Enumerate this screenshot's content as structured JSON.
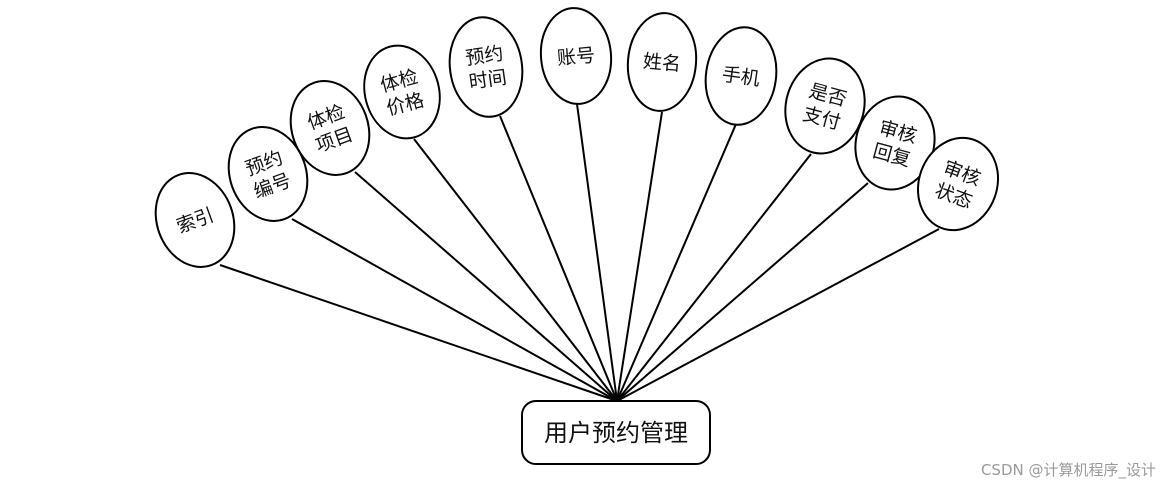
{
  "diagram": {
    "root": {
      "label": "用户预约管理"
    },
    "attributes": [
      {
        "lines": [
          "索引"
        ]
      },
      {
        "lines": [
          "预约",
          "编号"
        ]
      },
      {
        "lines": [
          "体检",
          "项目"
        ]
      },
      {
        "lines": [
          "体检",
          "价格"
        ]
      },
      {
        "lines": [
          "预约",
          "时间"
        ]
      },
      {
        "lines": [
          "账号"
        ]
      },
      {
        "lines": [
          "姓名"
        ]
      },
      {
        "lines": [
          "手机"
        ]
      },
      {
        "lines": [
          "是否",
          "支付"
        ]
      },
      {
        "lines": [
          "审核",
          "回复"
        ]
      },
      {
        "lines": [
          "审核",
          "状态"
        ]
      }
    ]
  },
  "watermark": "CSDN @计算机程序_设计"
}
